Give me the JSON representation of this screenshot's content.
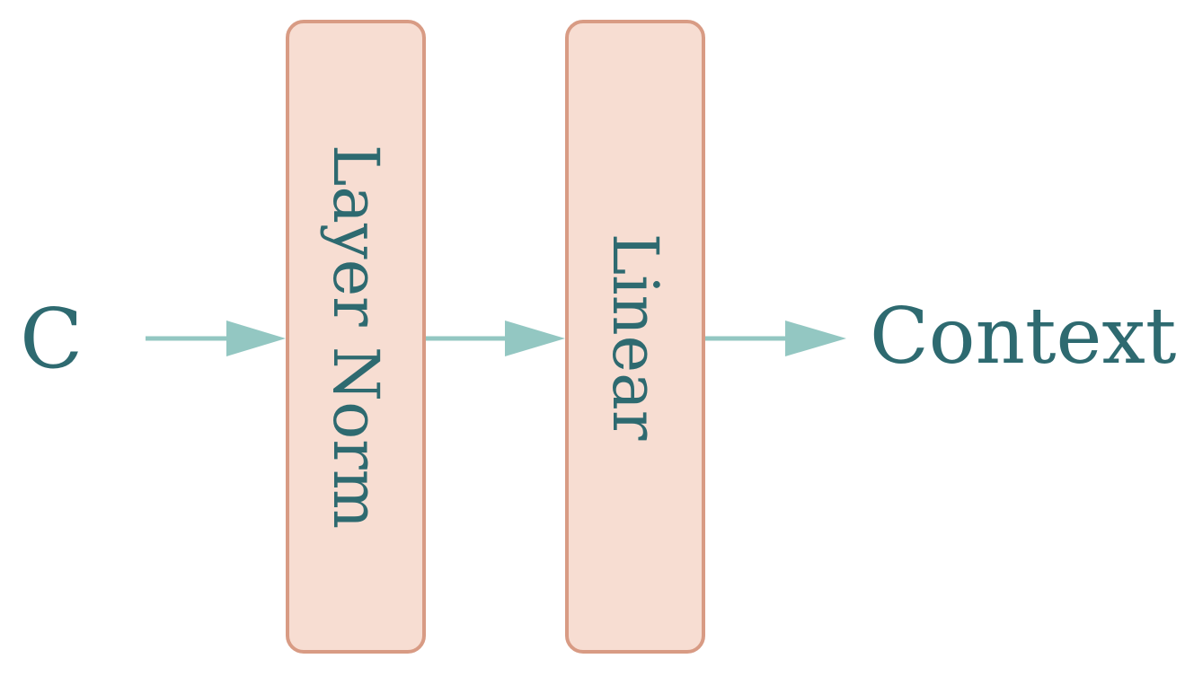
{
  "input": {
    "label": "C"
  },
  "blocks": [
    {
      "label": "Layer Norm"
    },
    {
      "label": "Linear"
    }
  ],
  "output": {
    "label": "Context"
  },
  "colors": {
    "text": "#2e6a70",
    "block_fill": "#f7ddd2",
    "block_border": "#d89b84",
    "arrow": "#93c7c2"
  }
}
